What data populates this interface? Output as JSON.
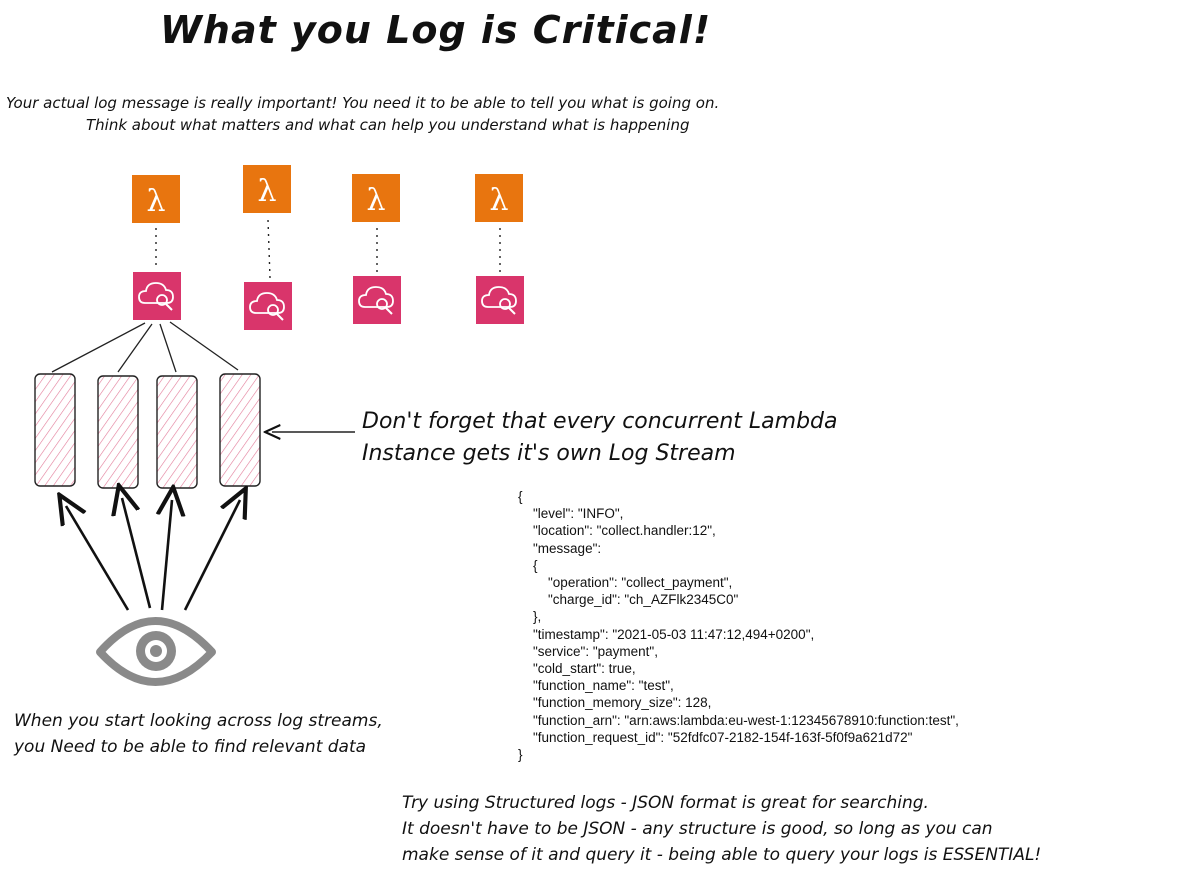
{
  "title": "What you Log is Critical!",
  "intro": {
    "line1": "Your actual log message is really important!  You need it to be able to tell you what is going on.",
    "line2": "Think about what matters and what can help you understand what is happening"
  },
  "note_streams": {
    "line1": "Don't forget that every concurrent Lambda",
    "line2": "Instance gets it's own Log Stream"
  },
  "note_eye": {
    "line1": "When you start looking across log streams,",
    "line2": "you Need to be able to find relevant data"
  },
  "note_structured": {
    "line1": "Try using Structured logs - JSON format is great for searching.",
    "line2": "It doesn't have to be JSON - any structure is good, so long as you can",
    "line3": "make sense of it and query it - being able to query your logs is ESSENTIAL!"
  },
  "json_lines": [
    "{",
    "    \"level\": \"INFO\",",
    "    \"location\": \"collect.handler:12\",",
    "    \"message\":",
    "    {",
    "        \"operation\": \"collect_payment\",",
    "        \"charge_id\": \"ch_AZFlk2345C0\"",
    "    },",
    "    \"timestamp\": \"2021-05-03 11:47:12,494+0200\",",
    "    \"service\": \"payment\",",
    "    \"cold_start\": true,",
    "    \"function_name\": \"test\",",
    "    \"function_memory_size\": 128,",
    "    \"function_arn\": \"arn:aws:lambda:eu-west-1:12345678910:function:test\",",
    "    \"function_request_id\": \"52fdfc07-2182-154f-163f-5f0f9a621d72\"",
    "}"
  ],
  "icons": {
    "lambda": "lambda-icon",
    "cloudwatch": "cloudwatch-logs-icon",
    "eye": "eye-icon",
    "lambda_glyph": "λ"
  },
  "colors": {
    "lambda_orange": "#e8750f",
    "cloudwatch_pink": "#d9356b",
    "stream_pink": "#f6d3dc",
    "eye_gray": "#8a8a8a"
  }
}
